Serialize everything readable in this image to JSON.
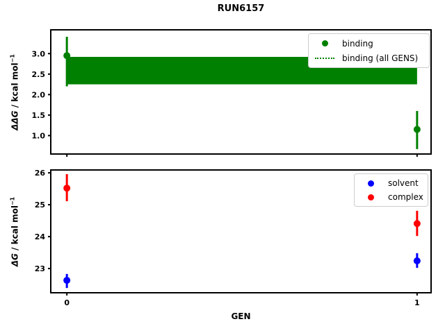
{
  "title": "RUN6157",
  "colors": {
    "binding": "#008000",
    "solvent": "#0000ff",
    "complex": "#ff0000",
    "axis": "#000000",
    "legend_border": "#cccccc"
  },
  "chart_data": [
    {
      "type": "scatter",
      "panel": "top",
      "ylabel_math": "ΔΔG",
      "ylabel_units": " / kcal mol",
      "ylabel_exp": "−1",
      "xlim": [
        -0.046,
        1.04
      ],
      "ylim": [
        0.55,
        3.58
      ],
      "ytick_values": [
        1.0,
        1.5,
        2.0,
        2.5,
        3.0
      ],
      "ytick_labels": [
        "1.0",
        "1.5",
        "2.0",
        "2.5",
        "3.0"
      ],
      "xtick_values": [
        0,
        1
      ],
      "xtick_labels": [],
      "x": [
        0,
        1
      ],
      "series": [
        {
          "name": "binding",
          "color": "#008000",
          "marker": "circle",
          "y": [
            2.95,
            1.15
          ],
          "err_low": [
            2.2,
            0.67
          ],
          "err_high": [
            3.41,
            1.6
          ]
        }
      ],
      "band": {
        "name": "binding (all GENS)",
        "color": "#008000",
        "x_from": 0,
        "x_to": 1,
        "y_from": 2.25,
        "y_to": 2.92
      },
      "legend": {
        "items": [
          {
            "label": "binding",
            "marker": "dot",
            "color": "#008000"
          },
          {
            "label": "binding (all GENS)",
            "marker": "dotted-line",
            "color": "#008000"
          }
        ]
      }
    },
    {
      "type": "scatter",
      "panel": "bottom",
      "ylabel_math": "ΔG",
      "ylabel_units": " / kcal mol",
      "ylabel_exp": "−1",
      "xlabel": "GEN",
      "xlim": [
        -0.046,
        1.04
      ],
      "ylim": [
        22.24,
        26.09
      ],
      "ytick_values": [
        23,
        24,
        25,
        26
      ],
      "ytick_labels": [
        "23",
        "24",
        "25",
        "26"
      ],
      "xtick_values": [
        0,
        1
      ],
      "xtick_labels": [
        "0",
        "1"
      ],
      "x": [
        0,
        1
      ],
      "series": [
        {
          "name": "solvent",
          "color": "#0000ff",
          "marker": "circle",
          "y": [
            22.63,
            23.24
          ],
          "err_low": [
            22.39,
            23.02
          ],
          "err_high": [
            22.83,
            23.48
          ]
        },
        {
          "name": "complex",
          "color": "#ff0000",
          "marker": "circle",
          "y": [
            25.52,
            24.41
          ],
          "err_low": [
            25.11,
            24.02
          ],
          "err_high": [
            25.96,
            24.81
          ]
        }
      ],
      "legend": {
        "items": [
          {
            "label": "solvent",
            "marker": "dot",
            "color": "#0000ff"
          },
          {
            "label": "complex",
            "marker": "dot",
            "color": "#ff0000"
          }
        ]
      }
    }
  ]
}
